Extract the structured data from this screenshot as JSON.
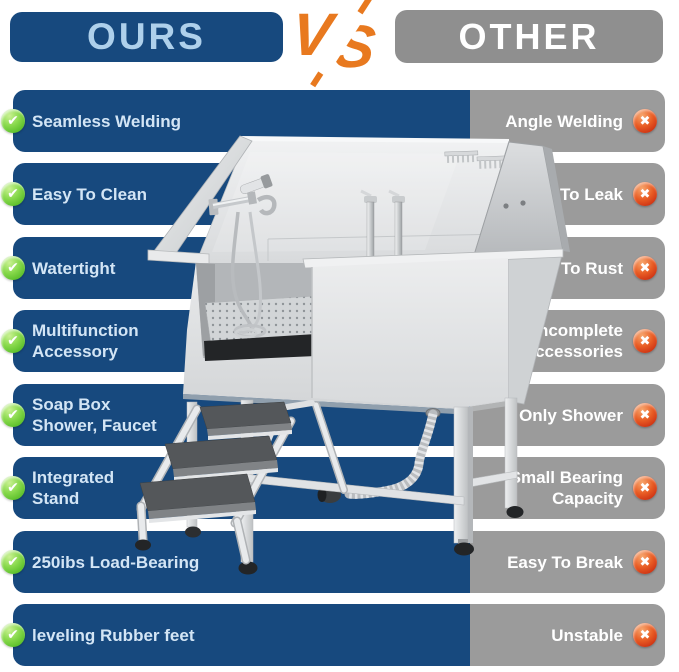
{
  "header": {
    "ours": "OURS",
    "vs_v": "V",
    "vs_s": "S",
    "other": "OTHER"
  },
  "icons": {
    "check_glyph": "✔",
    "cross_glyph": "✖"
  },
  "colors": {
    "navy": "#17497E",
    "row_gray": "#9B9B9B",
    "other_box_gray": "#8F8F8F",
    "vs_orange": "#E8791F",
    "check_green": "#3FAE17",
    "cross_red": "#BD1A0A",
    "ours_text": "#AED0EB",
    "left_row_text": "#D3E5F5",
    "right_row_text": "#FFFFFF"
  },
  "product": {
    "alt": "Stainless steel pet grooming tub with faucet, sprayer hose and fold-out steps"
  },
  "rows": [
    {
      "ours": "Seamless Welding",
      "other": "Angle Welding"
    },
    {
      "ours": "Easy To Clean",
      "other": "Easy To Leak"
    },
    {
      "ours": "Watertight",
      "other": "Easy To Rust"
    },
    {
      "ours": "Multifunction\nAccessory",
      "other": "Incomplete\nAccessories"
    },
    {
      "ours": "Soap Box\nShower, Faucet",
      "other": "Only Shower"
    },
    {
      "ours": "Integrated\nStand",
      "other": "Small Bearing\nCapacity"
    },
    {
      "ours": "250ibs Load-Bearing",
      "other": "Easy To Break"
    },
    {
      "ours": "leveling Rubber feet",
      "other": "Unstable"
    }
  ]
}
